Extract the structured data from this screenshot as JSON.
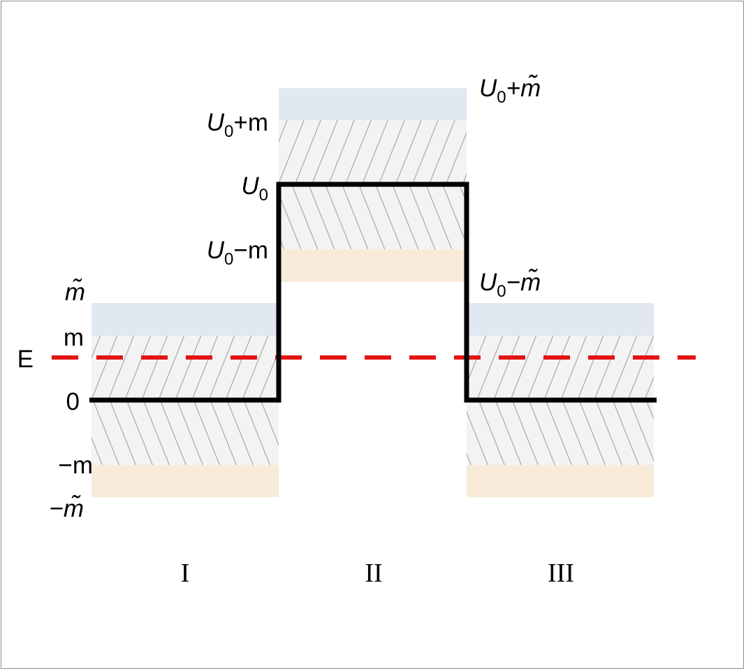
{
  "diagram": {
    "colors": {
      "upper_band": "#e2e8f2",
      "lower_band": "#f8ebda",
      "gap_fill": "#f3f3f3",
      "hatch": "#a8a8a8",
      "potential": "#000000",
      "energy_line": "#e31414"
    },
    "level_labels": {
      "m_tilde": "m̃",
      "m": "m",
      "energy": "E",
      "zero": "0",
      "minus_m": "−m",
      "minus_m_tilde": "−m̃",
      "u0_plus_m": {
        "base": "U",
        "sub": "0",
        "tail": "+m"
      },
      "u0": {
        "base": "U",
        "sub": "0",
        "tail": ""
      },
      "u0_minus_m": {
        "base": "U",
        "sub": "0",
        "tail": "−m"
      },
      "u0_plus_m_tilde": {
        "base": "U",
        "sub": "0",
        "tail": "+m̃"
      },
      "u0_minus_m_tilde": {
        "base": "U",
        "sub": "0",
        "tail": "−m̃"
      }
    },
    "regions": [
      "I",
      "II",
      "III"
    ]
  }
}
